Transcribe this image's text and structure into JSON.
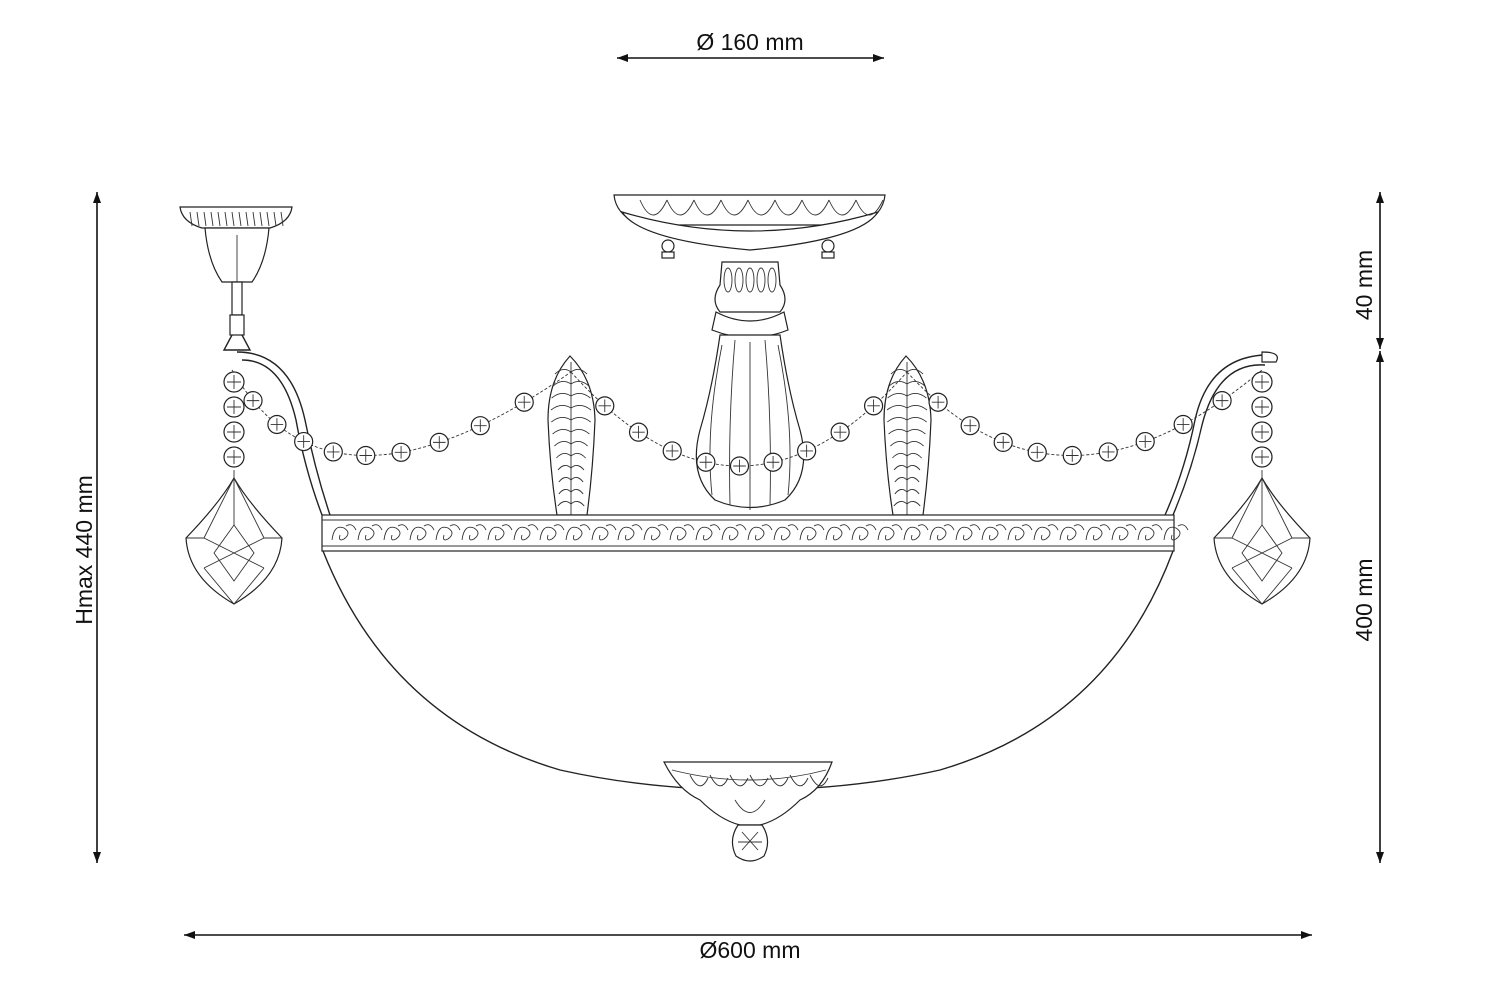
{
  "dimensions": {
    "canopy_diameter": "Ø 160 mm",
    "total_diameter": "Ø600 mm",
    "max_height": "Hmax 440 mm",
    "mount_height": "40 mm",
    "body_height": "400 mm"
  },
  "colors": {
    "ink": "#222222",
    "background": "#ffffff"
  }
}
